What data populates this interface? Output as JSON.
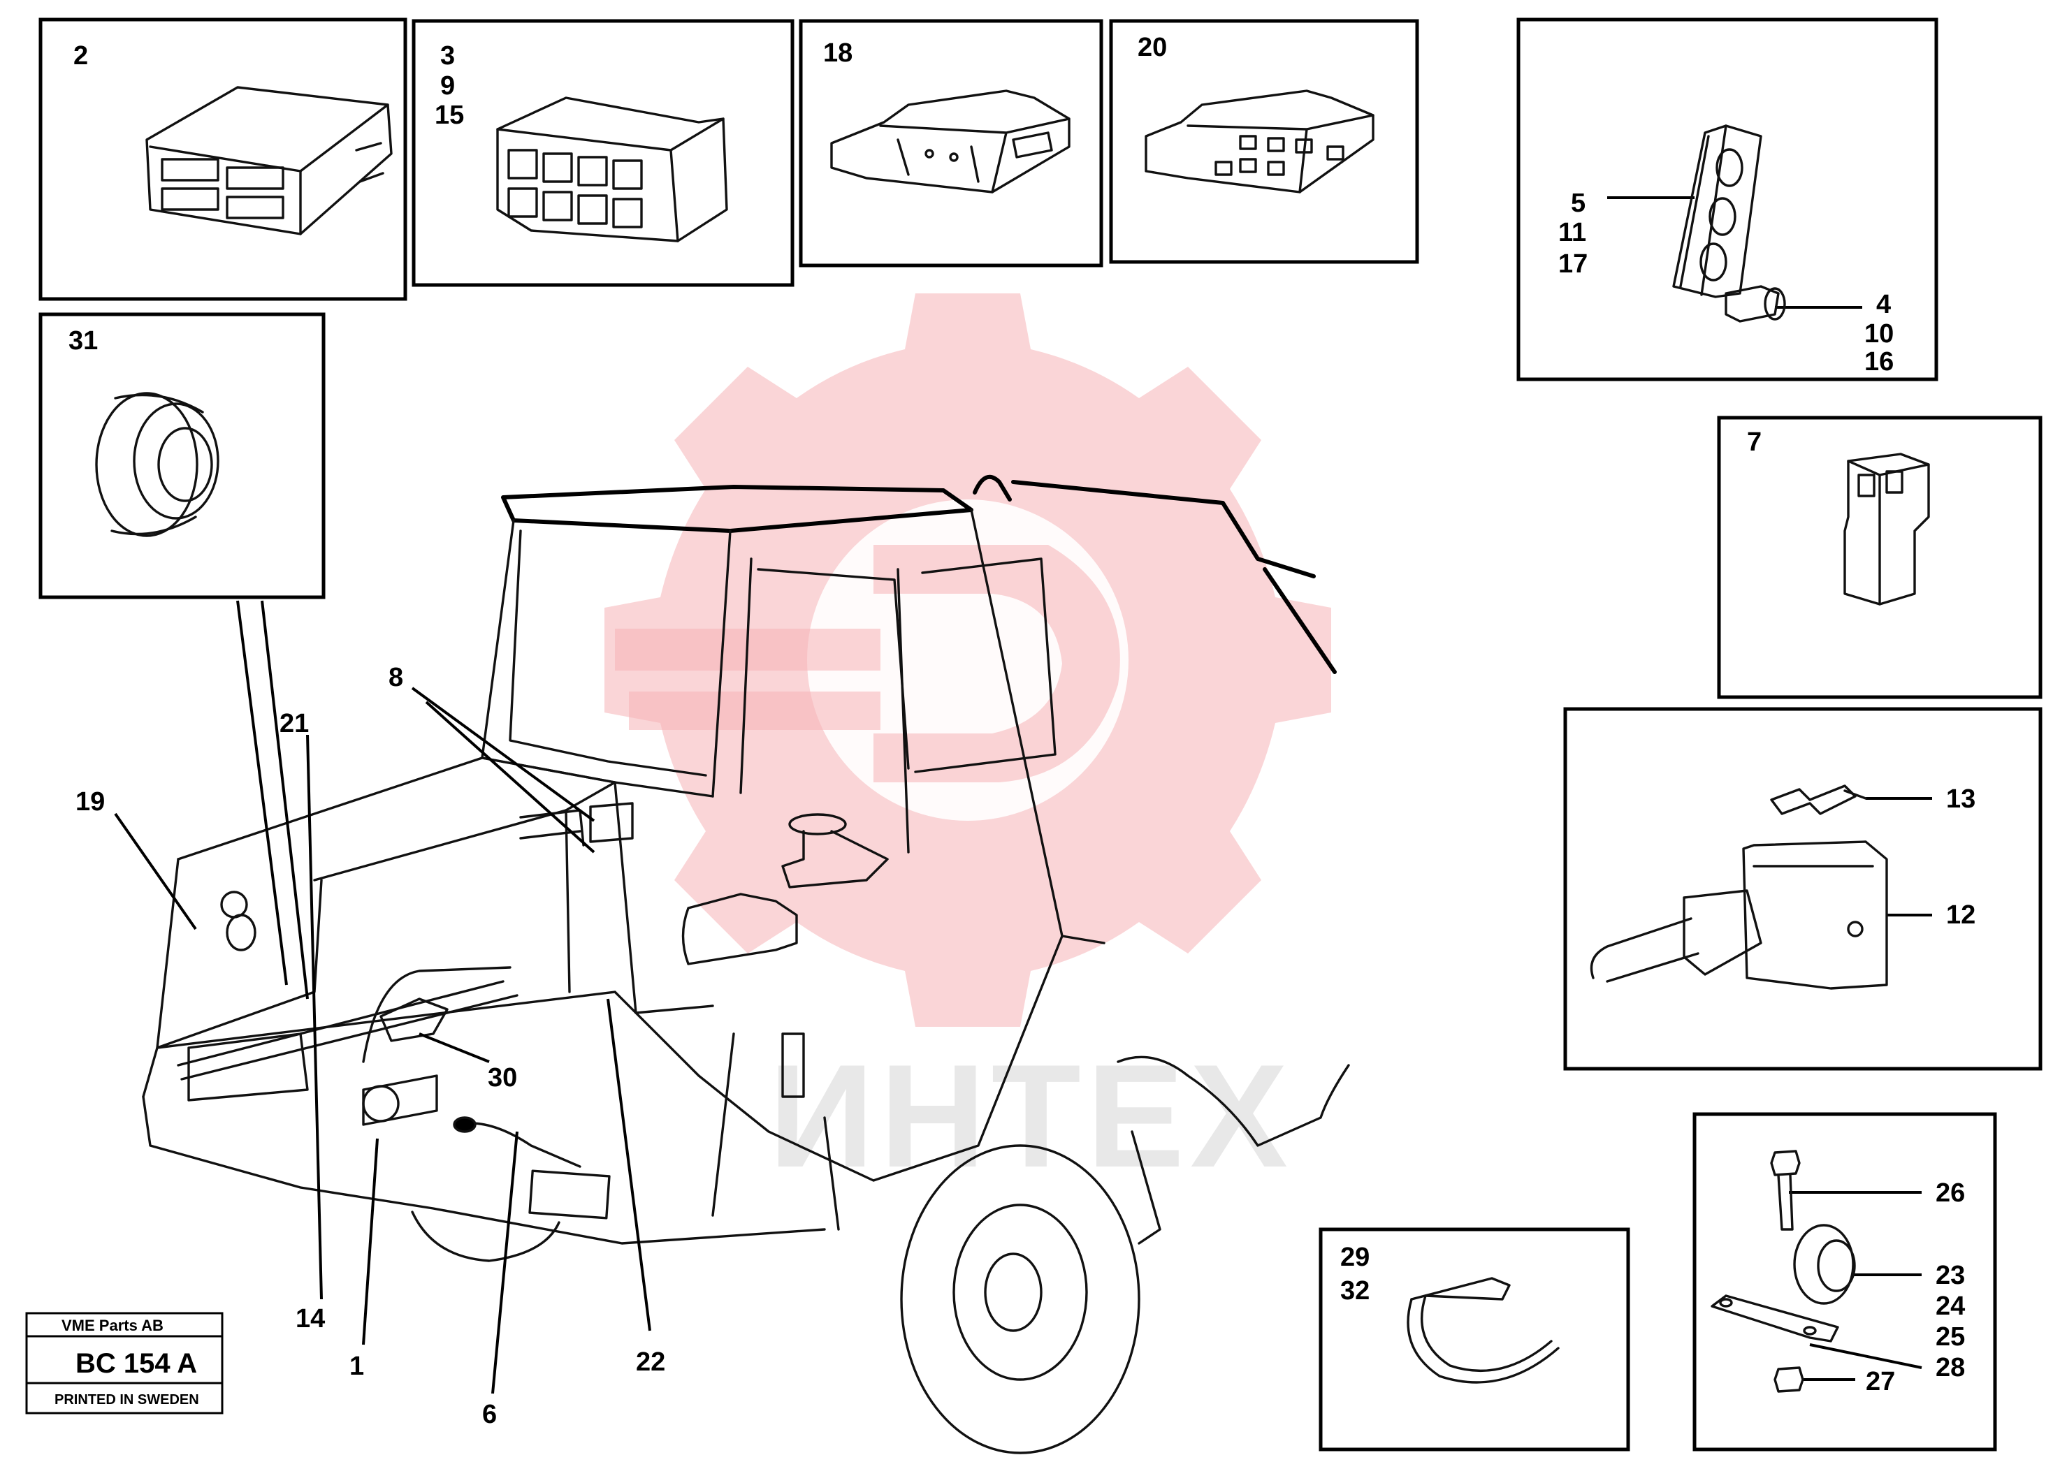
{
  "diagram": {
    "watermark": "ИНТЕХ",
    "stamp": {
      "company": "VME Parts AB",
      "code": "BC 154 A",
      "printed": "PRINTED IN SWEDEN"
    },
    "callouts": {
      "c1": "1",
      "c6": "6",
      "c8": "8",
      "c14": "14",
      "c19": "19",
      "c21": "21",
      "c22": "22",
      "c30": "30"
    },
    "insets": {
      "i2": [
        "2"
      ],
      "i3": [
        "3",
        "9",
        "15"
      ],
      "i18": [
        "18"
      ],
      "i20": [
        "20"
      ],
      "i31": [
        "31"
      ],
      "i5": {
        "left": [
          "5",
          "11",
          "17"
        ],
        "right": [
          "4",
          "10",
          "16"
        ]
      },
      "i7": [
        "7"
      ],
      "i12": {
        "a": "13",
        "b": "12"
      },
      "i29": [
        "29",
        "32"
      ],
      "i26": {
        "a": "26",
        "b": [
          "23",
          "24",
          "25",
          "28"
        ],
        "c": "27"
      }
    }
  }
}
